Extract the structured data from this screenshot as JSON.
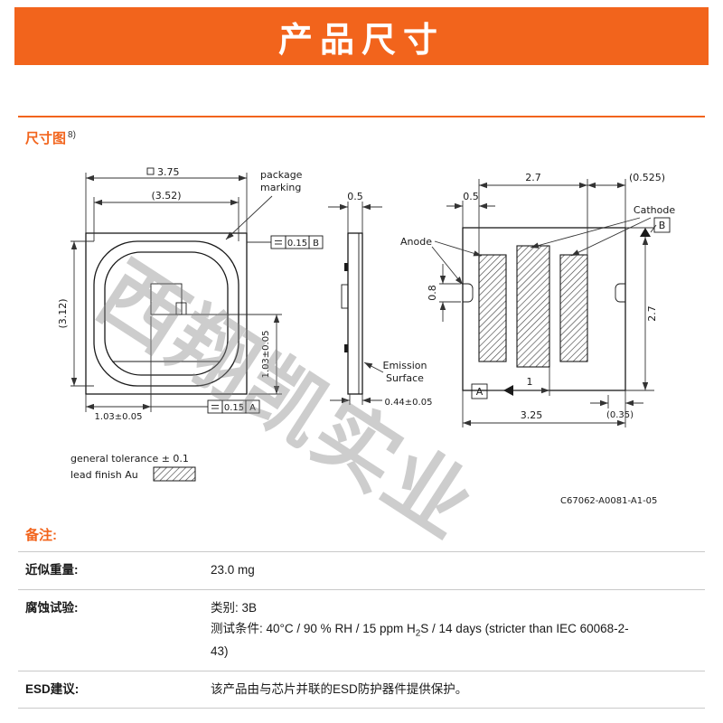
{
  "colors": {
    "accent": "#F2641C"
  },
  "header": {
    "title": "产品尺寸"
  },
  "section": {
    "title": "尺寸图",
    "superscript": "8)"
  },
  "watermark": "西翔凯实业",
  "drawing": {
    "top_view": {
      "dim_overall": "3.75",
      "dim_body": "(3.52)",
      "dim_height": "(3.12)",
      "dim_chip_x": "1.03±0.05",
      "dim_chip_y": "1.03±0.05",
      "package_marking_line1": "package",
      "package_marking_line2": "marking",
      "tol_b_value": "0.15",
      "tol_b_datum": "B",
      "tol_a_value": "0.15",
      "tol_a_datum": "A"
    },
    "side_view": {
      "dim_thickness": "0.5",
      "emission_line1": "Emission",
      "emission_line2": "Surface",
      "dim_emission": "0.44±0.05"
    },
    "bottom_view": {
      "dim_pads_span": "2.7",
      "dim_right_margin": "(0.525)",
      "dim_left_margin": "0.5",
      "anode_label": "Anode",
      "cathode_label": "Cathode",
      "datum_b": "B",
      "datum_a": "A",
      "dim_notch": "0.8",
      "dim_height": "2.7",
      "dim_center": "1",
      "dim_corner": "(0.35)",
      "dim_overall": "3.25"
    },
    "general_tolerance": "general tolerance ± 0.1",
    "lead_finish": "lead finish Au",
    "part_number": "C67062-A0081-A1-05"
  },
  "notes": {
    "title": "备注:",
    "rows": [
      {
        "label": "近似重量:",
        "value": "23.0 mg"
      },
      {
        "label": "腐蚀试验:",
        "line1": "类别: 3B",
        "line2_pre": "测试条件: 40°C / 90 % RH / 15 ppm H",
        "line2_sub": "2",
        "line2_post": "S / 14 days (stricter than IEC 60068-2-",
        "line3": "43)"
      },
      {
        "label": "ESD建议:",
        "value": "该产品由与芯片并联的ESD防护器件提供保护。"
      }
    ]
  }
}
